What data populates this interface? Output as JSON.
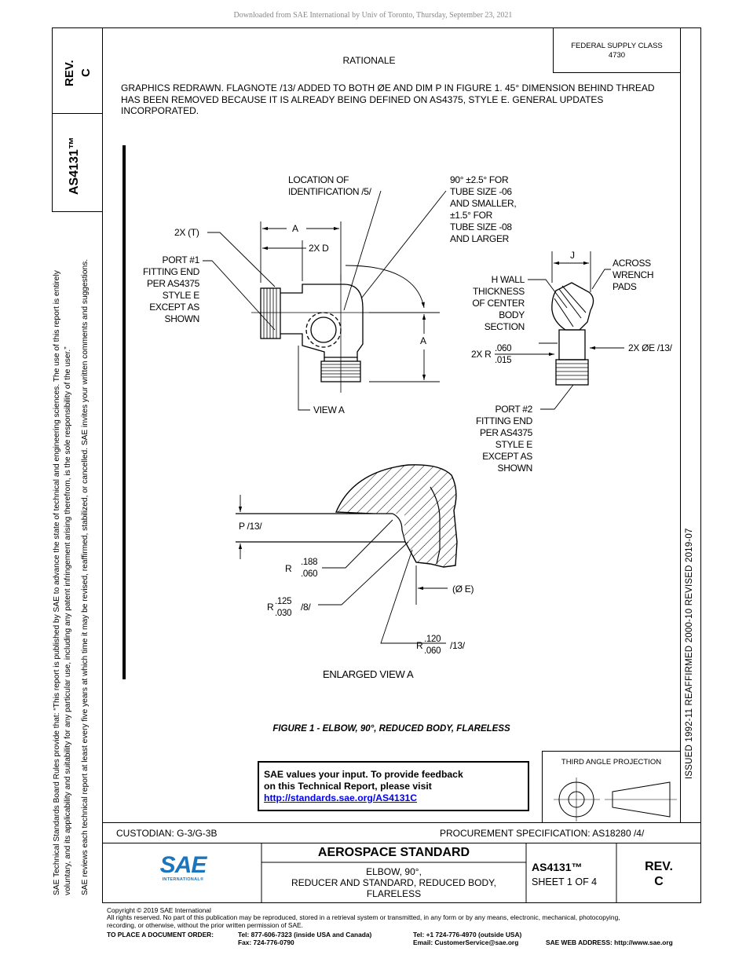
{
  "download_note": "Downloaded from SAE International by Univ of Toronto, Thursday, September 23, 2021",
  "left_margin": {
    "line1": "SAE Technical Standards Board Rules provide that: “This report is published by SAE to advance the state of technical and engineering sciences. The use of this report is entirely",
    "line2": "voluntary, and its applicability and suitability for any particular use, including any patent infringement arising therefrom, is the sole responsibility of the user.”",
    "line3": "SAE reviews each technical report at least every five years at which time it may be revised, reaffirmed, stabilized, or cancelled. SAE invites your written comments and suggestions."
  },
  "rev_box": {
    "label": "REV.",
    "value": "C"
  },
  "doc_number": "AS4131™",
  "right_strip": "ISSUED 1992-11     REAFFIRMED 2000-10     REVISED 2019-07",
  "federal_supply": {
    "line1": "FEDERAL SUPPLY CLASS",
    "line2": "4730"
  },
  "rationale": {
    "title": "RATIONALE",
    "body": "GRAPHICS REDRAWN. FLAGNOTE /13/ ADDED TO BOTH ØE AND DIM P IN FIGURE 1. 45° DIMENSION BEHIND THREAD HAS BEEN REMOVED BECAUSE IT IS ALREADY BEING DEFINED ON AS4375, STYLE E. GENERAL UPDATES INCORPORATED."
  },
  "drawing_labels": {
    "location": [
      "LOCATION OF",
      "IDENTIFICATION  /5/"
    ],
    "angle_note": [
      "90° ±2.5° FOR",
      "TUBE SIZE -06",
      "AND SMALLER,",
      "±1.5° FOR",
      "TUBE SIZE -08",
      "AND LARGER"
    ],
    "two_x_t": "2X (T)",
    "dim_a": "A",
    "two_x_d": "2X D",
    "port1": [
      "PORT #1",
      "FITTING END",
      "PER AS4375",
      "STYLE  E",
      "EXCEPT AS",
      "SHOWN"
    ],
    "dim_a_vertical": "A",
    "view_a": "VIEW  A",
    "dim_j": "J",
    "across": [
      "ACROSS",
      "WRENCH",
      "PADS"
    ],
    "h_wall": [
      "H  WALL",
      "THICKNESS",
      "OF CENTER",
      "BODY",
      "SECTION"
    ],
    "two_x_r_prefix": "2X R",
    "two_x_r_top": ".060",
    "two_x_r_bottom": ".015",
    "two_x_e": "2X ØE  /13/",
    "port2": [
      "PORT #2",
      "FITTING END",
      "PER AS4375",
      "STYLE  E",
      "EXCEPT AS",
      "SHOWN"
    ],
    "p_label": "P /13/",
    "r1_prefix": "R",
    "r1_top": ".188",
    "r1_bottom": ".060",
    "r2_prefix": "R",
    "r2_top": ".125",
    "r2_bottom": ".030",
    "r2_flag": "/8/",
    "e_paren": "(Ø E)",
    "r3_prefix": "R",
    "r3_top": ".120",
    "r3_bottom": ".060",
    "r3_flag": "/13/",
    "enlarged": "ENLARGED  VIEW  A"
  },
  "figure_caption": "FIGURE 1 - ELBOW, 90°, REDUCED BODY, FLARELESS",
  "feedback": {
    "line1": "SAE values your input. To provide feedback",
    "line2": "on this Technical Report, please visit",
    "link": "http://standards.sae.org/AS4131C"
  },
  "third_angle": "THIRD ANGLE PROJECTION",
  "custodian": "CUSTODIAN: G-3/G-3B",
  "procurement": "PROCUREMENT SPECIFICATION: AS18280 /4/",
  "title_block": {
    "heading": "AEROSPACE STANDARD",
    "line1": "ELBOW, 90°,",
    "line2": "REDUCER AND STANDARD, REDUCED BODY,",
    "line3": "FLARELESS",
    "doc": "AS4131™",
    "sheet": "SHEET 1 OF 4",
    "rev_label": "REV.",
    "rev_value": "C",
    "logo_text": "SAE",
    "logo_sub": "INTERNATIONAL®"
  },
  "footer": {
    "copyright": "Copyright © 2019 SAE International",
    "rights1": "All rights reserved. No part of this publication may be reproduced, stored in a retrieval system or transmitted, in any form or by any means, electronic, mechanical, photocopying,",
    "rights2": "recording, or otherwise, without the prior written permission of SAE.",
    "order_label": "TO PLACE A DOCUMENT ORDER:",
    "tel_us": "Tel: 877-606-7323 (inside USA and Canada)",
    "fax": "Fax: 724-776-0790",
    "tel_intl": "Tel: +1 724-776-4970 (outside USA)",
    "email": "Email: CustomerService@sae.org",
    "web": "SAE WEB ADDRESS: http://www.sae.org"
  },
  "colors": {
    "logo_blue": "#1a75bc",
    "link_blue": "#0000ee"
  }
}
